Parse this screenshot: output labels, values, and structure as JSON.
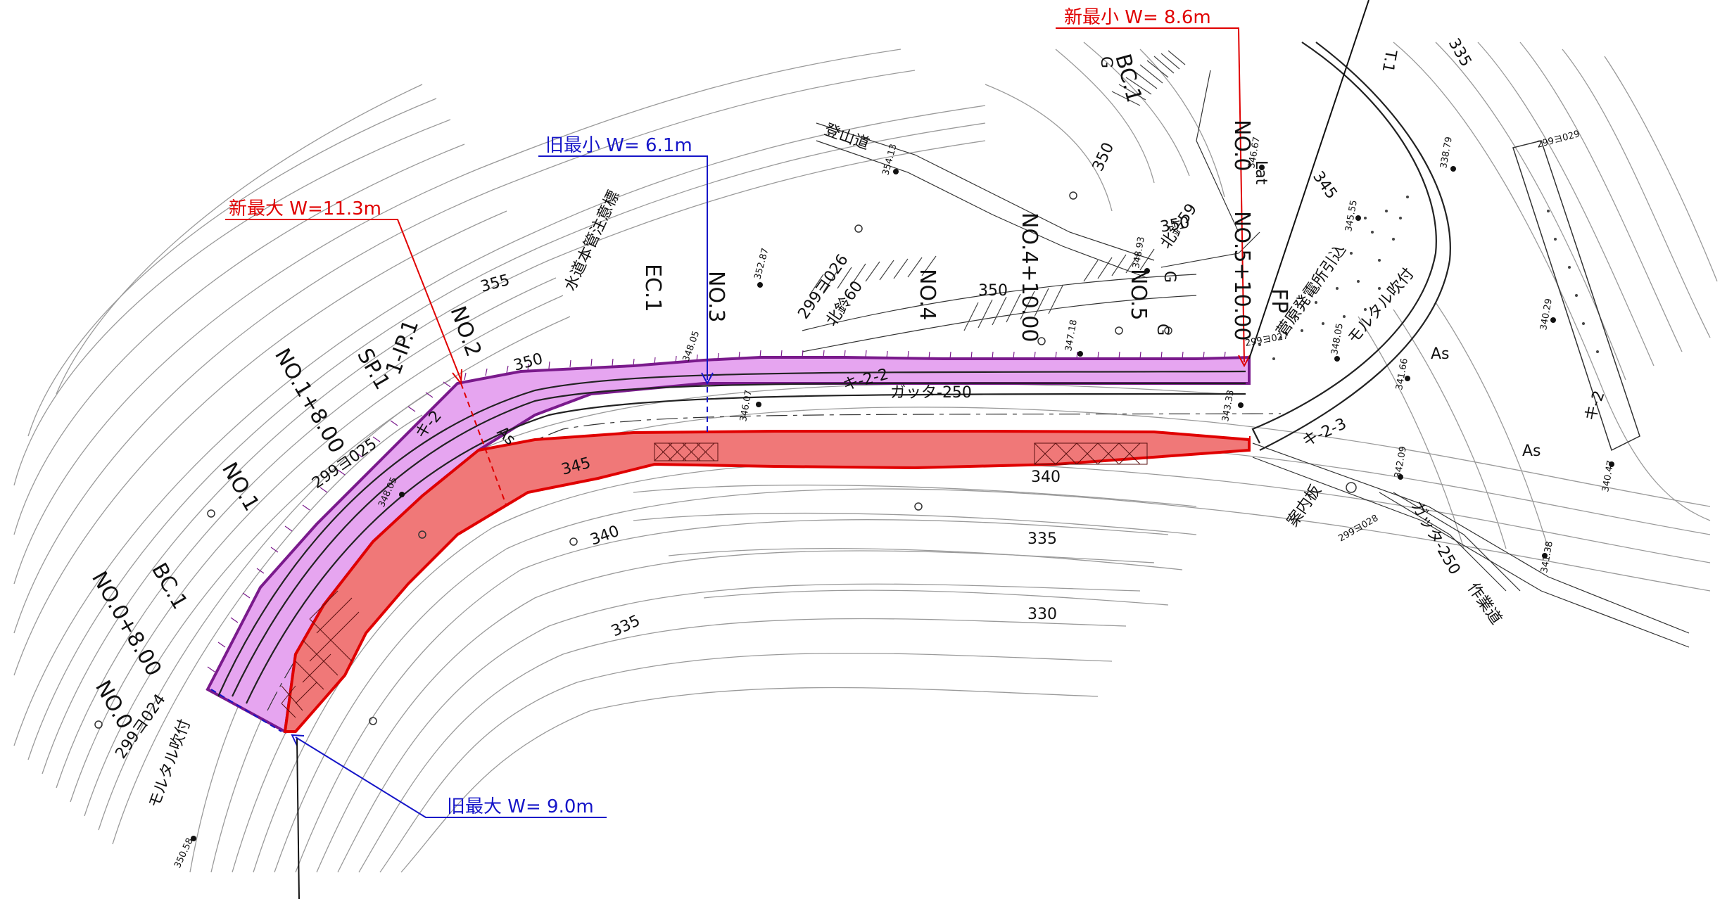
{
  "colors": {
    "new_area": "#e6a5f0",
    "new_outline": "#7a1a8c",
    "old_area": "#f07878",
    "old_outline": "#e00000",
    "red_label": "#e00000",
    "blue_label": "#1515c8",
    "contour": "#9a9a9a"
  },
  "callouts": {
    "new_min": "新最小 W= 8.6m",
    "old_min": "旧最小 W= 6.1m",
    "new_max": "新最大 W=11.3m",
    "old_max": "旧最大 W= 9.0m"
  },
  "stations": {
    "no0": "NO.0",
    "no0_8": "NO.0+8.00",
    "bc1": "BC.1",
    "no1": "NO.1",
    "no1_8": "NO.1+8.00",
    "sp1": "SP.1",
    "ip1": "1-IP.1",
    "no2": "NO.2",
    "ec1": "EC.1",
    "no3": "NO.3",
    "no4": "NO.4",
    "no4_10": "NO.4+10.00",
    "no5": "NO.5",
    "no5_10": "NO.5+10.00",
    "no0_right": "NO.0",
    "bc1_right": "BC.1",
    "fp": "FP",
    "t1": "T.1"
  },
  "labels": {
    "water_marker": "水道本管注意標",
    "mountain_road": "登山道",
    "gutter_center": "ガッタ-250",
    "gutter_right": "ガッタ-250",
    "ki22": "キ-2-2",
    "ki23": "キ-2-3",
    "ki2_left": "キ-2",
    "ki2_right": "キ-2",
    "as_left": "As",
    "as_mid": "As",
    "as_right": "As",
    "guide_board": "案内板",
    "work_road": "作業道",
    "mortar_left": "モルタル吹付",
    "mortar_right": "モルタル吹付",
    "power_station": "菅原発電所引込",
    "kita60": "北鈴60",
    "kita59": "北鈴59",
    "g1": "G",
    "g2": "G",
    "g3": "G",
    "lat": "Lat"
  },
  "codes": {
    "c024": "299ヨ024",
    "c025": "299ヨ025",
    "c026": "299ヨ026",
    "c027": "299ヨ027",
    "c028": "299ヨ028",
    "c029": "299ヨ029"
  },
  "elevations": {
    "e35058": "350.58",
    "e34805a": "348.05",
    "e34805b": "348.05",
    "e34607": "346.07",
    "e34333": "343.33",
    "e34718": "347.18",
    "e35287": "352.87",
    "e35413": "354.13",
    "e34893": "348.93",
    "e34667": "346.67",
    "e34805c": "348.05",
    "e34555": "345.55",
    "e34166": "341.66",
    "e33879": "338.79",
    "e34029": "340.29",
    "e34047": "340.47",
    "e34209": "342.09",
    "e34138": "341.38"
  },
  "contour_labels": {
    "c355": "355",
    "c350a": "350",
    "c350b": "350",
    "c350c": "350",
    "c350d": "350",
    "c345a": "345",
    "c345b": "345",
    "c340a": "340",
    "c340b": "340",
    "c335a": "335",
    "c335b": "335",
    "c335c": "335",
    "c330": "330"
  }
}
